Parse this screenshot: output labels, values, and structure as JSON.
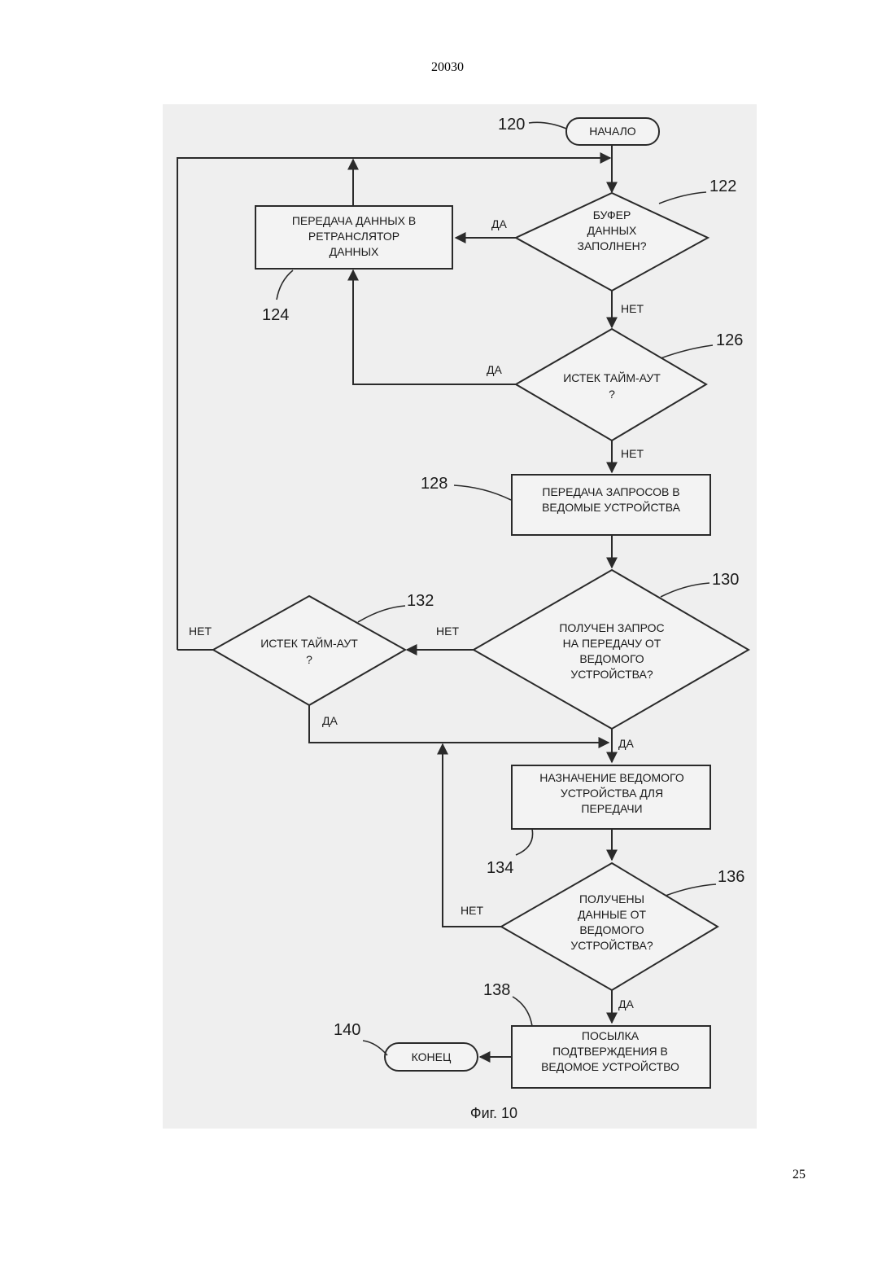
{
  "page": {
    "header_number": "20030",
    "footer_number": "25"
  },
  "caption": "Фиг. 10",
  "nodes": {
    "start": {
      "ref": "120",
      "lines": [
        "НАЧАЛО"
      ]
    },
    "n122": {
      "ref": "122",
      "lines": [
        "БУФЕР",
        "ДАННЫХ",
        "ЗАПОЛНЕН?"
      ]
    },
    "n124": {
      "ref": "124",
      "lines": [
        "ПЕРЕДАЧА ДАННЫХ В",
        "РЕТРАНСЛЯТОР",
        "ДАННЫХ"
      ]
    },
    "n126": {
      "ref": "126",
      "lines": [
        "ИСТЕК ТАЙМ-АУТ",
        "?"
      ]
    },
    "n128": {
      "ref": "128",
      "lines": [
        "ПЕРЕДАЧА ЗАПРОСОВ В",
        "ВЕДОМЫЕ УСТРОЙСТВА"
      ]
    },
    "n130": {
      "ref": "130",
      "lines": [
        "ПОЛУЧЕН ЗАПРОС",
        "НА ПЕРЕДАЧУ ОТ",
        "ВЕДОМОГО",
        "УСТРОЙСТВА?"
      ]
    },
    "n132": {
      "ref": "132",
      "lines": [
        "ИСТЕК ТАЙМ-АУТ",
        "?"
      ]
    },
    "n134": {
      "ref": "134",
      "lines": [
        "НАЗНАЧЕНИЕ ВЕДОМОГО",
        "УСТРОЙСТВА ДЛЯ",
        "ПЕРЕДАЧИ"
      ]
    },
    "n136": {
      "ref": "136",
      "lines": [
        "ПОЛУЧЕНЫ",
        "ДАННЫЕ ОТ",
        "ВЕДОМОГО",
        "УСТРОЙСТВА?"
      ]
    },
    "n138": {
      "ref": "138",
      "lines": [
        "ПОСЫЛКА",
        "ПОДТВЕРЖДЕНИЯ В",
        "ВЕДОМОЕ УСТРОЙСТВО"
      ]
    },
    "end": {
      "ref": "140",
      "lines": [
        "КОНЕЦ"
      ]
    }
  },
  "edge_labels": {
    "yes": "ДА",
    "no": "НЕТ"
  }
}
